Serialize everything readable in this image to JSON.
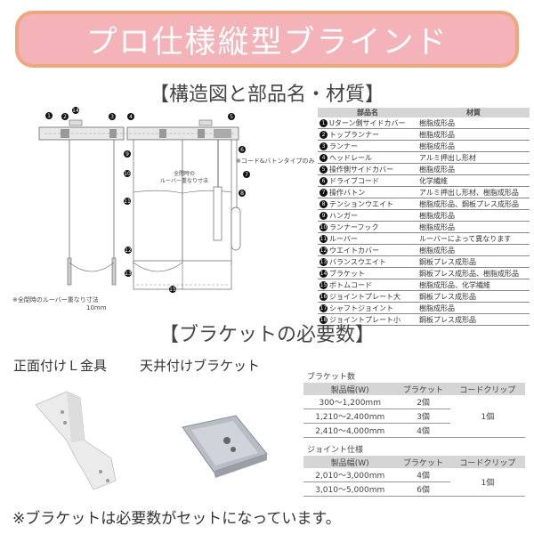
{
  "banner": {
    "title": "プロ仕様縦型ブラインド"
  },
  "section1": {
    "title": "【構造図と部品名・材質】"
  },
  "diagram": {
    "notes": {
      "cord_baton_only": "※コード&バトンタイプのみ",
      "overlap_title": "全閉時の",
      "overlap_sub": "ルーバー重なり寸法",
      "overlap_note": "※全閉時のルーバー重なり寸法",
      "overlap_value": "10mm"
    },
    "callouts": [
      "1",
      "2",
      "3",
      "4",
      "5",
      "6",
      "7",
      "8",
      "9",
      "10",
      "11",
      "12",
      "13",
      "14",
      "15"
    ]
  },
  "parts_table": {
    "headers": [
      "部品名",
      "材質"
    ],
    "rows": [
      {
        "num": "1",
        "name": "Uターン側サイドカバー",
        "material": "樹脂成形品"
      },
      {
        "num": "2",
        "name": "トップランナー",
        "material": "樹脂成形品"
      },
      {
        "num": "3",
        "name": "ランナー",
        "material": "樹脂成形品"
      },
      {
        "num": "4",
        "name": "ヘッドレール",
        "material": "アルミ押出し形材"
      },
      {
        "num": "5",
        "name": "操作側サイドカバー",
        "material": "樹脂成形品"
      },
      {
        "num": "6",
        "name": "ドライブコード",
        "material": "化学繊維"
      },
      {
        "num": "7",
        "name": "操作バトン",
        "material": "アルミ押出し形材、樹脂成形品"
      },
      {
        "num": "8",
        "name": "テンションウエイト",
        "material": "樹脂成形品、鋼板プレス成形品"
      },
      {
        "num": "9",
        "name": "ハンガー",
        "material": "樹脂成形品"
      },
      {
        "num": "10",
        "name": "ランナーフック",
        "material": "樹脂成形品"
      },
      {
        "num": "11",
        "name": "ルーバー",
        "material": "ルーバーによって異なります"
      },
      {
        "num": "12",
        "name": "ウエイトカバー",
        "material": "樹脂成形品"
      },
      {
        "num": "13",
        "name": "バランスウエイト",
        "material": "鋼板プレス成形品"
      },
      {
        "num": "14",
        "name": "ブラケット",
        "material": "鋼板プレス成形品、樹脂成形品"
      },
      {
        "num": "15",
        "name": "ボトムコード",
        "material": "樹脂成形品、化学繊維"
      },
      {
        "num": "16",
        "name": "ジョイントプレート大",
        "material": "鋼板プレス成形品"
      },
      {
        "num": "17",
        "name": "シャフトジョイント",
        "material": "樹脂成形品"
      },
      {
        "num": "18",
        "name": "ジョイントプレート小",
        "material": "鋼板プレス成形品"
      }
    ]
  },
  "section2": {
    "title": "【ブラケットの必要数】",
    "front_mount_label": "正面付けＬ金具",
    "ceiling_mount_label": "天井付けブラケット"
  },
  "bracket_table": {
    "label": "ブラケット数",
    "headers": [
      "製品幅(W)",
      "ブラケット",
      "コードクリップ"
    ],
    "rows": [
      {
        "width": "300〜1,200mm",
        "brackets": "2個"
      },
      {
        "width": "1,210〜2,400mm",
        "brackets": "3個"
      },
      {
        "width": "2,410〜4,000mm",
        "brackets": "4個"
      }
    ],
    "cord_clip": "1個"
  },
  "joint_table": {
    "label": "ジョイント仕様",
    "headers": [
      "製品幅(W)",
      "ブラケット",
      "コードクリップ"
    ],
    "rows": [
      {
        "width": "2,010〜3,000mm",
        "brackets": "4個"
      },
      {
        "width": "3,010〜5,000mm",
        "brackets": "6個"
      }
    ],
    "cord_clip": "1個"
  },
  "footer": {
    "note": "※ブラケットは必要数がセットになっています。"
  },
  "colors": {
    "banner_bg": "#f4b3b8",
    "banner_border": "#eea77c",
    "table_header": "#d5d5d5"
  }
}
